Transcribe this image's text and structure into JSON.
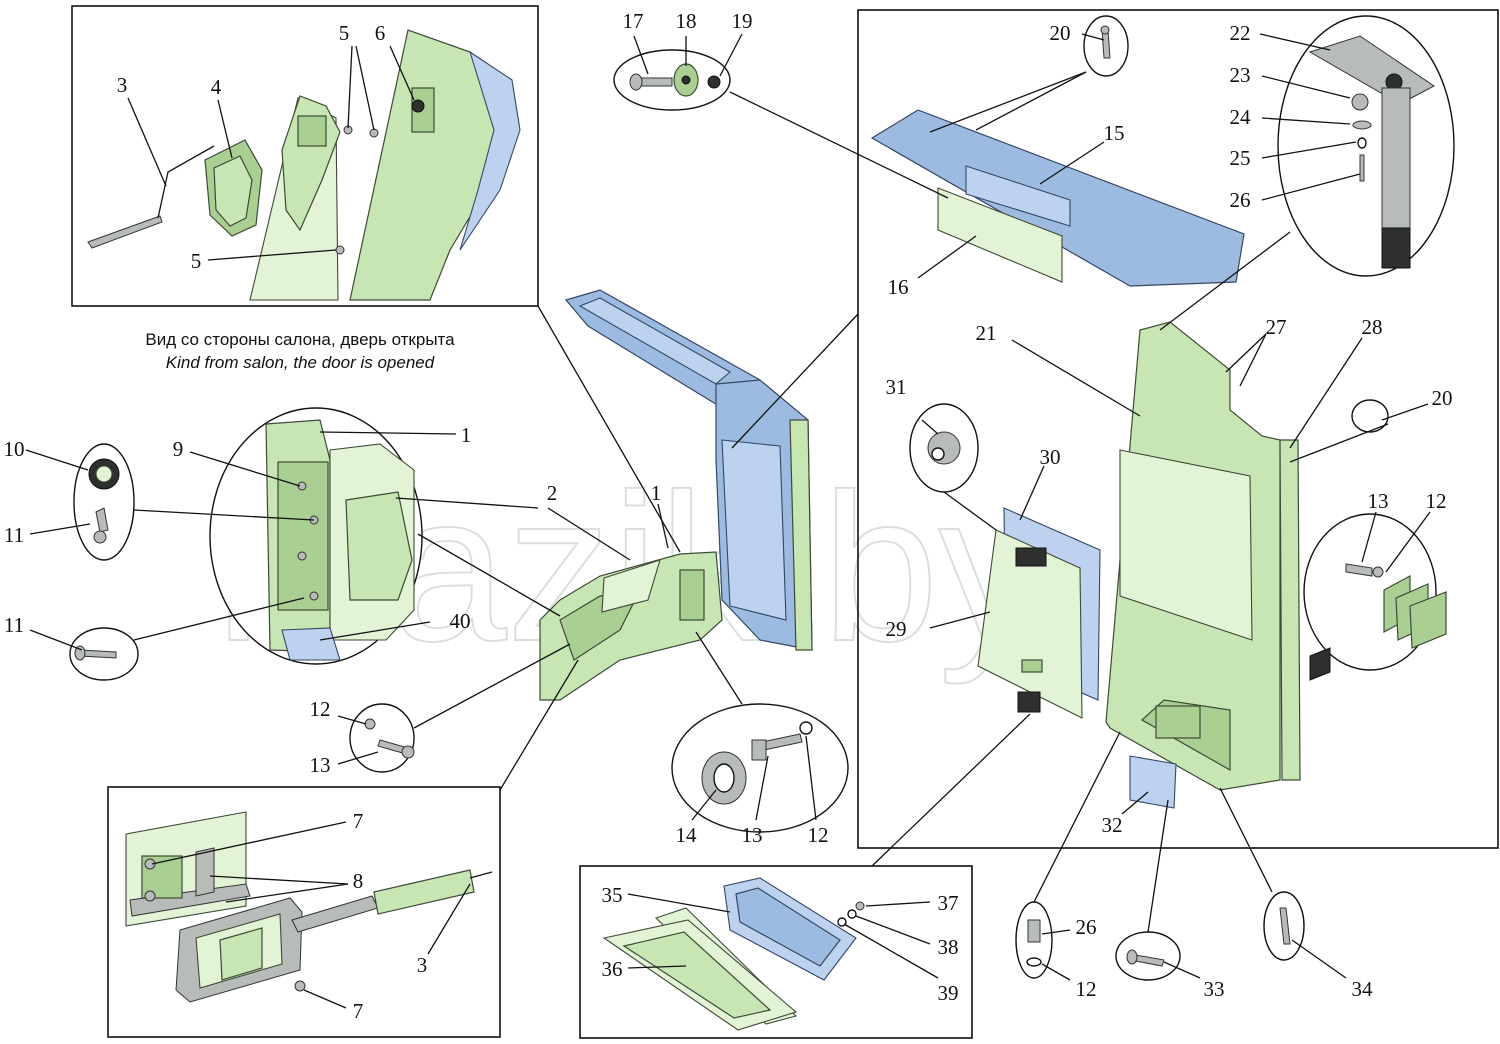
{
  "caption": {
    "ru": "Вид со стороны салона, дверь открыта",
    "en": "Kind from salon, the door is opened"
  },
  "watermark": "mazik.by",
  "callouts": [
    {
      "id": "c3a",
      "text": "3"
    },
    {
      "id": "c4",
      "text": "4"
    },
    {
      "id": "c5a",
      "text": "5"
    },
    {
      "id": "c6",
      "text": "6"
    },
    {
      "id": "c5b",
      "text": "5"
    },
    {
      "id": "c17",
      "text": "17"
    },
    {
      "id": "c18",
      "text": "18"
    },
    {
      "id": "c19",
      "text": "19"
    },
    {
      "id": "c20a",
      "text": "20"
    },
    {
      "id": "c15",
      "text": "15"
    },
    {
      "id": "c16",
      "text": "16"
    },
    {
      "id": "c22",
      "text": "22"
    },
    {
      "id": "c23",
      "text": "23"
    },
    {
      "id": "c24",
      "text": "24"
    },
    {
      "id": "c25",
      "text": "25"
    },
    {
      "id": "c26a",
      "text": "26"
    },
    {
      "id": "c21",
      "text": "21"
    },
    {
      "id": "c27",
      "text": "27"
    },
    {
      "id": "c28",
      "text": "28"
    },
    {
      "id": "c20b",
      "text": "20"
    },
    {
      "id": "c31",
      "text": "31"
    },
    {
      "id": "c30",
      "text": "30"
    },
    {
      "id": "c29",
      "text": "29"
    },
    {
      "id": "c13a",
      "text": "13"
    },
    {
      "id": "c12a",
      "text": "12"
    },
    {
      "id": "c10",
      "text": "10"
    },
    {
      "id": "c9",
      "text": "9"
    },
    {
      "id": "c1a",
      "text": "1"
    },
    {
      "id": "c2",
      "text": "2"
    },
    {
      "id": "c1b",
      "text": "1"
    },
    {
      "id": "c11a",
      "text": "11"
    },
    {
      "id": "c11b",
      "text": "11"
    },
    {
      "id": "c40",
      "text": "40"
    },
    {
      "id": "c12b",
      "text": "12"
    },
    {
      "id": "c13b",
      "text": "13"
    },
    {
      "id": "c14",
      "text": "14"
    },
    {
      "id": "c13c",
      "text": "13"
    },
    {
      "id": "c12c",
      "text": "12"
    },
    {
      "id": "c7a",
      "text": "7"
    },
    {
      "id": "c8",
      "text": "8"
    },
    {
      "id": "c3b",
      "text": "3"
    },
    {
      "id": "c7b",
      "text": "7"
    },
    {
      "id": "c35",
      "text": "35"
    },
    {
      "id": "c36",
      "text": "36"
    },
    {
      "id": "c37",
      "text": "37"
    },
    {
      "id": "c38",
      "text": "38"
    },
    {
      "id": "c39",
      "text": "39"
    },
    {
      "id": "c32",
      "text": "32"
    },
    {
      "id": "c26b",
      "text": "26"
    },
    {
      "id": "c12d",
      "text": "12"
    },
    {
      "id": "c33",
      "text": "33"
    },
    {
      "id": "c34",
      "text": "34"
    }
  ]
}
